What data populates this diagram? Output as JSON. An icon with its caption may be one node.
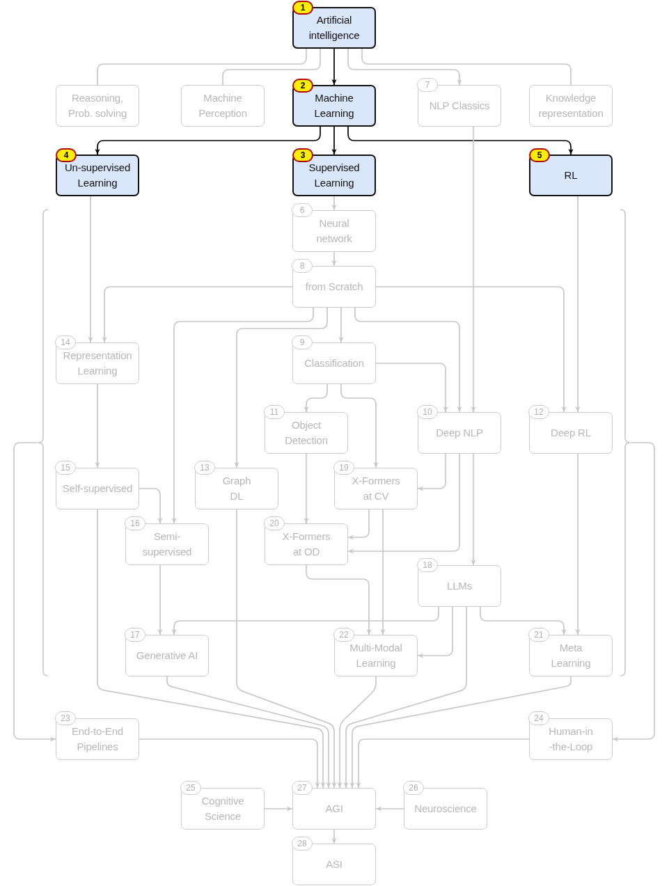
{
  "diagram": {
    "nodes": [
      {
        "text": [
          "1",
          "Artificial intelligence"
        ]
      },
      {
        "text": [
          "Reasoning, Prob. solving"
        ]
      },
      {
        "text": [
          "Machine Perception"
        ]
      },
      {
        "text": [
          "2",
          "Machine Learning"
        ]
      },
      {
        "text": [
          "7",
          "NLP Classics"
        ]
      },
      {
        "text": [
          "Knowledge representation"
        ]
      },
      {
        "text": [
          "4",
          "Un-supervised Learning"
        ]
      },
      {
        "text": [
          "3",
          "Supervised Learning"
        ]
      },
      {
        "text": [
          "5",
          "RL"
        ]
      },
      {
        "text": [],
        "shape": "bracket"
      },
      {
        "text": [],
        "shape": "bracket"
      },
      {
        "text": [
          "6",
          "Neural network"
        ]
      },
      {
        "text": [
          "8",
          "from Scratch"
        ]
      },
      {
        "text": [
          "14",
          "Representation Learning"
        ]
      },
      {
        "text": [
          "9",
          "Classification"
        ]
      },
      {
        "text": [
          "11",
          "Object Detection"
        ]
      },
      {
        "text": [
          "10",
          "Deep NLP"
        ]
      },
      {
        "text": [
          "12",
          "Deep RL"
        ]
      },
      {
        "text": [
          "15",
          "Self-supervised"
        ]
      },
      {
        "text": [
          "13",
          "Graph DL"
        ]
      },
      {
        "text": [
          "19",
          "X-Formers at CV"
        ]
      },
      {
        "text": [
          "16",
          "Semi- supervised"
        ]
      },
      {
        "text": [
          "20",
          "X-Formers at OD"
        ]
      },
      {
        "text": [
          "18",
          "LLMs"
        ]
      },
      {
        "text": [
          "17",
          "Generative AI"
        ]
      },
      {
        "text": [
          "22",
          "Multi-Modal Learning"
        ]
      },
      {
        "text": [
          "21",
          "Meta Learning"
        ]
      },
      {
        "text": [
          "23",
          "End-to-End Pipelines"
        ]
      },
      {
        "text": [
          "24",
          "Human-in -the-Loop"
        ]
      },
      {
        "text": [
          "25",
          "Cognitive Science"
        ]
      },
      {
        "text": [
          "27",
          "AGI"
        ]
      },
      {
        "text": [
          "26",
          "Neuroscience"
        ]
      },
      {
        "text": [
          "28",
          "ASI"
        ]
      }
    ],
    "edges": [
      {
        "from": 0,
        "to": 1,
        "arrow": "none"
      },
      {
        "from": 0,
        "to": 2,
        "arrow": "none"
      },
      {
        "from": 0,
        "to": 3,
        "arrow": "to",
        "color": "#000000"
      },
      {
        "from": 0,
        "to": 4,
        "arrow": "to"
      },
      {
        "from": 0,
        "to": 5,
        "arrow": "none"
      },
      {
        "from": 3,
        "to": 6,
        "arrow": "to",
        "color": "#000000"
      },
      {
        "from": 3,
        "to": 7,
        "arrow": "to",
        "color": "#000000"
      },
      {
        "from": 3,
        "to": 8,
        "arrow": "to",
        "color": "#000000"
      },
      {
        "from": 7,
        "to": 11,
        "arrow": "to"
      },
      {
        "from": 11,
        "to": 12,
        "arrow": "to"
      },
      {
        "from": 12,
        "to": 13,
        "arrow": "to"
      },
      {
        "from": 6,
        "to": 13,
        "arrow": "to"
      },
      {
        "from": 12,
        "to": 21,
        "arrow": "to"
      },
      {
        "from": 12,
        "to": 19,
        "arrow": "to"
      },
      {
        "from": 12,
        "to": 14,
        "arrow": "to"
      },
      {
        "from": 12,
        "to": 16,
        "arrow": "to"
      },
      {
        "from": 12,
        "to": 17,
        "arrow": "to"
      },
      {
        "from": 8,
        "to": 17,
        "arrow": "to"
      },
      {
        "from": 4,
        "to": 16,
        "arrow": "to"
      },
      {
        "from": 14,
        "to": 16,
        "arrow": "to"
      },
      {
        "from": 14,
        "to": 15,
        "arrow": "to"
      },
      {
        "from": 14,
        "to": 20,
        "arrow": "to"
      },
      {
        "from": 13,
        "to": 18,
        "arrow": "to"
      },
      {
        "from": 18,
        "to": 21,
        "arrow": "to"
      },
      {
        "from": 16,
        "to": 20,
        "arrow": "to"
      },
      {
        "from": 15,
        "to": 22,
        "arrow": "to"
      },
      {
        "from": 20,
        "to": 22,
        "arrow": "to"
      },
      {
        "from": 16,
        "to": 22,
        "arrow": "to"
      },
      {
        "from": 16,
        "to": 23,
        "arrow": "to"
      },
      {
        "from": 21,
        "to": 24,
        "arrow": "to"
      },
      {
        "from": 23,
        "to": 24,
        "arrow": "to"
      },
      {
        "from": 22,
        "to": 25,
        "arrow": "to"
      },
      {
        "from": 20,
        "to": 25,
        "arrow": "to"
      },
      {
        "from": 23,
        "to": 25,
        "arrow": "to"
      },
      {
        "from": 23,
        "to": 26,
        "arrow": "to"
      },
      {
        "from": 17,
        "to": 26,
        "arrow": "to"
      },
      {
        "from": 9,
        "to": 27,
        "arrow": "to"
      },
      {
        "from": 10,
        "to": 28,
        "arrow": "to"
      },
      {
        "from": 27,
        "to": 30,
        "arrow": "to"
      },
      {
        "from": 18,
        "to": 30,
        "arrow": "to"
      },
      {
        "from": 24,
        "to": 30,
        "arrow": "to"
      },
      {
        "from": 19,
        "to": 30,
        "arrow": "to"
      },
      {
        "from": 25,
        "to": 30,
        "arrow": "to"
      },
      {
        "from": 23,
        "to": 30,
        "arrow": "to"
      },
      {
        "from": 26,
        "to": 30,
        "arrow": "to"
      },
      {
        "from": 28,
        "to": 30,
        "arrow": "to"
      },
      {
        "from": 29,
        "to": 30,
        "arrow": "to"
      },
      {
        "from": 31,
        "to": 30,
        "arrow": "to"
      },
      {
        "from": 30,
        "to": 32,
        "arrow": "to"
      }
    ]
  }
}
